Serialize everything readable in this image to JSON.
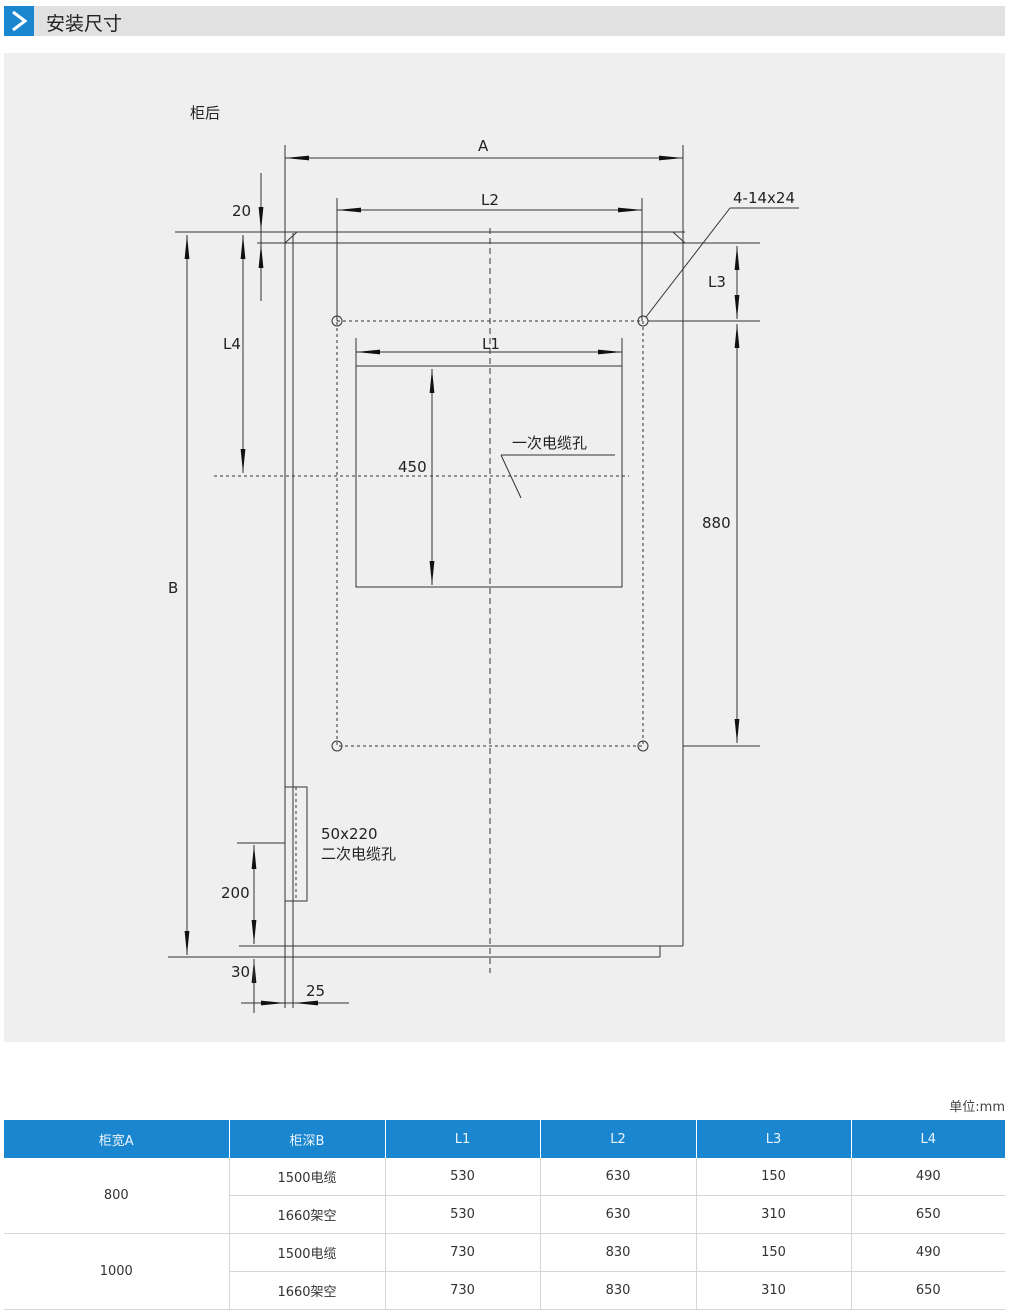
{
  "header": {
    "title": "安装尺寸"
  },
  "drawing": {
    "view_label": "柜后",
    "dims": {
      "A": "A",
      "B": "B",
      "L1": "L1",
      "L2": "L2",
      "L3": "L3",
      "L4": "L4",
      "d20": "20",
      "d450": "450",
      "d880": "880",
      "d200": "200",
      "d30": "30",
      "d25": "25"
    },
    "holes_label": "4-14x24",
    "primary_cable_hole": "一次电缆孔",
    "secondary_size": "50x220",
    "secondary_cable_hole": "二次电缆孔"
  },
  "table": {
    "unit": "单位:mm",
    "headers": [
      "柜宽A",
      "柜深B",
      "L1",
      "L2",
      "L3",
      "L4"
    ],
    "groups": [
      {
        "width": "800",
        "rows": [
          {
            "depth": "1500电缆",
            "L1": "530",
            "L2": "630",
            "L3": "150",
            "L4": "490"
          },
          {
            "depth": "1660架空",
            "L1": "530",
            "L2": "630",
            "L3": "310",
            "L4": "650"
          }
        ]
      },
      {
        "width": "1000",
        "rows": [
          {
            "depth": "1500电缆",
            "L1": "730",
            "L2": "830",
            "L3": "150",
            "L4": "490"
          },
          {
            "depth": "1660架空",
            "L1": "730",
            "L2": "830",
            "L3": "310",
            "L4": "650"
          }
        ]
      }
    ]
  },
  "colors": {
    "accent": "#1a86d0",
    "header_bar": "#e1e1e1",
    "panel": "#efefef"
  }
}
